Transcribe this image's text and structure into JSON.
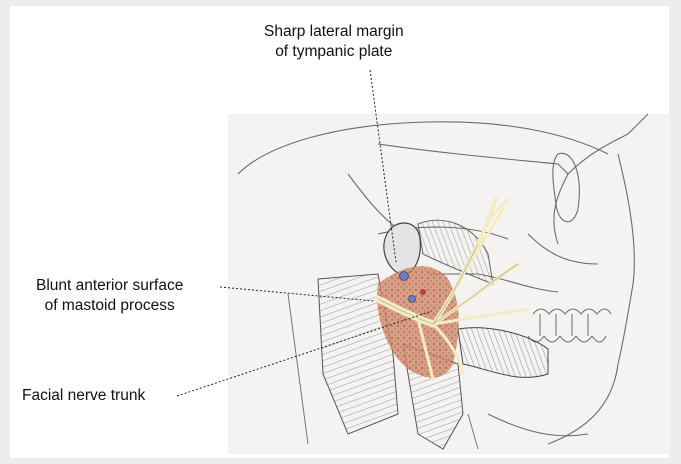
{
  "labels": {
    "tympanic_line1": "Sharp lateral margin",
    "tympanic_line2": "of tympanic plate",
    "mastoid_line1": "Blunt anterior surface",
    "mastoid_line2": "of mastoid process",
    "facial": "Facial nerve trunk"
  },
  "colors": {
    "background": "#ececec",
    "panel": "#ffffff",
    "sketch_paper": "#f4f3f1",
    "pencil": "#5a5a5a",
    "nerve": "#f3ecc2",
    "parotid": "#c9805f",
    "vessel": "#6c78c8"
  }
}
